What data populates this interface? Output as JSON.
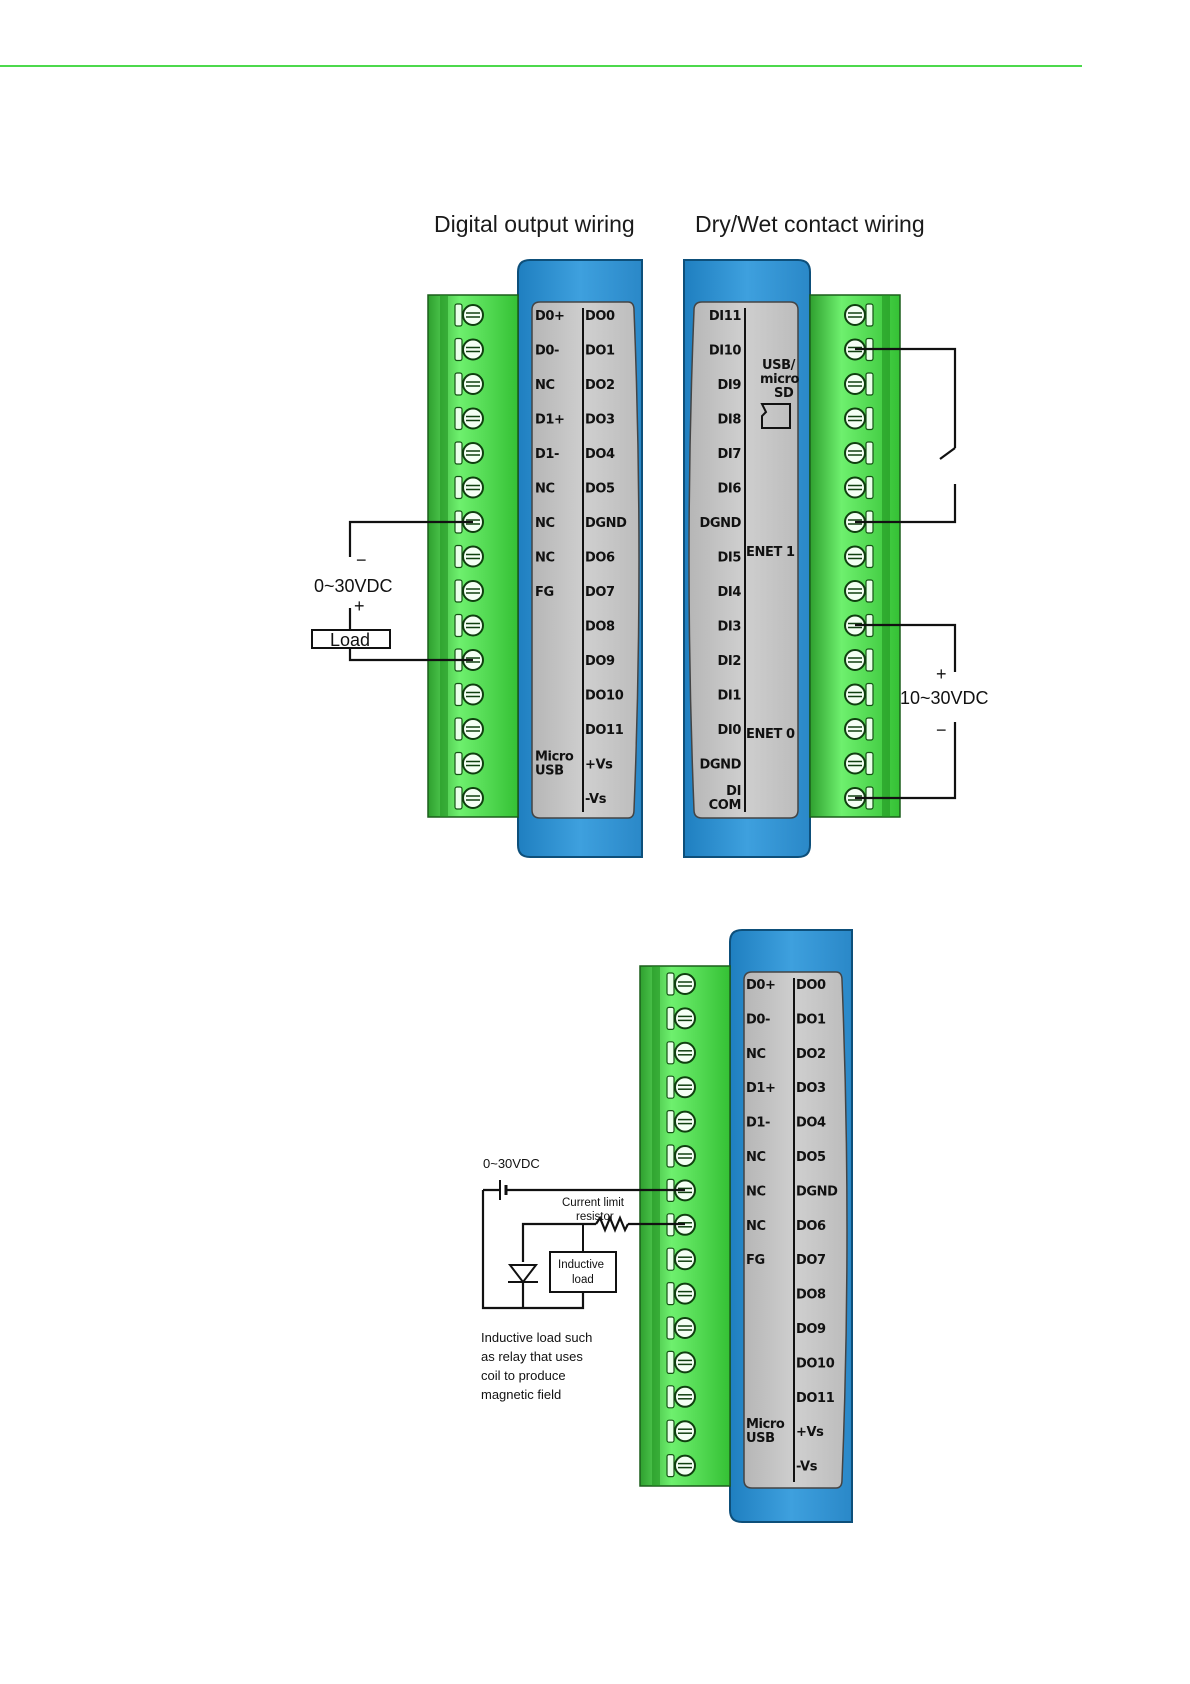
{
  "header": {
    "accent_color": "#4cd94c"
  },
  "fig1": {
    "title_left": "Digital output wiring",
    "title_right": "Dry/Wet contact wiring",
    "left_col1": [
      "D0+",
      "D0-",
      "NC",
      "D1+",
      "D1-",
      "NC",
      "NC",
      "NC",
      "FG",
      "",
      "",
      "",
      "",
      "Micro",
      "USB"
    ],
    "left_col2": [
      "DO0",
      "DO1",
      "DO2",
      "DO3",
      "DO4",
      "DO5",
      "DGND",
      "DO6",
      "DO7",
      "DO8",
      "DO9",
      "DO10",
      "DO11",
      "+Vs",
      "-Vs"
    ],
    "right_col": [
      "DI11",
      "DI10",
      "DI9",
      "DI8",
      "DI7",
      "DI6",
      "DGND",
      "DI5",
      "DI4",
      "DI3",
      "DI2",
      "DI1",
      "DI0",
      "DGND",
      "DI",
      "COM"
    ],
    "usb_label": [
      "USB/",
      "micro",
      "SD"
    ],
    "enet1": "ENET 1",
    "enet0": "ENET 0",
    "left_minus": "−",
    "left_voltage": "0~30VDC",
    "left_plus": "+",
    "load": "Load",
    "right_plus": "+",
    "right_voltage": "10~30VDC",
    "right_minus": "−"
  },
  "fig2": {
    "col1": [
      "D0+",
      "D0-",
      "NC",
      "D1+",
      "D1-",
      "NC",
      "NC",
      "NC",
      "FG",
      "Micro",
      "USB"
    ],
    "col2": [
      "DO0",
      "DO1",
      "DO2",
      "DO3",
      "DO4",
      "DO5",
      "DGND",
      "DO6",
      "DO7",
      "DO8",
      "DO9",
      "DO10",
      "DO11",
      "+Vs",
      "-Vs"
    ],
    "voltage": "0~30VDC",
    "resistor_label": [
      "Current limit",
      "resistor"
    ],
    "load_label": [
      "Inductive",
      "load"
    ],
    "note": [
      "Inductive  load such",
      "as relay that uses",
      "coil to produce",
      "magnetic field"
    ]
  }
}
